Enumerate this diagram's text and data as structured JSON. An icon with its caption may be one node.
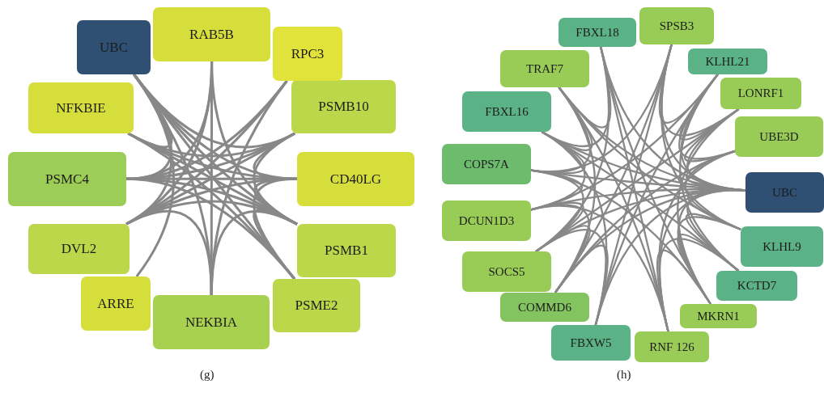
{
  "diagram": {
    "nodes": [
      {
        "text": [
          "RAB5B"
        ]
      },
      {
        "text": [
          "UBC"
        ]
      },
      {
        "text": [
          "RPC3"
        ]
      },
      {
        "text": [
          "NFKBIE"
        ]
      },
      {
        "text": [
          "PSMB10"
        ]
      },
      {
        "text": [
          "PSMC4"
        ]
      },
      {
        "text": [
          "CD40LG"
        ]
      },
      {
        "text": [
          "DVL2"
        ]
      },
      {
        "text": [
          "PSMB1"
        ]
      },
      {
        "text": [
          "ARRE"
        ]
      },
      {
        "text": [
          "PSME2"
        ]
      },
      {
        "text": [
          "NEKBIA"
        ]
      },
      {
        "text": [
          "SPSB3"
        ]
      },
      {
        "text": [
          "FBXL18"
        ]
      },
      {
        "text": [
          "KLHL21"
        ]
      },
      {
        "text": [
          "TRAF7"
        ]
      },
      {
        "text": [
          "LONRF1"
        ]
      },
      {
        "text": [
          "FBXL16"
        ]
      },
      {
        "text": [
          "UBE3D"
        ]
      },
      {
        "text": [
          "COPS7A"
        ]
      },
      {
        "text": [
          "UBC"
        ]
      },
      {
        "text": [
          "DCUN1D3"
        ]
      },
      {
        "text": [
          "KLHL9"
        ]
      },
      {
        "text": [
          "SOCS5"
        ]
      },
      {
        "text": [
          "KCTD7"
        ]
      },
      {
        "text": [
          "COMMD6"
        ]
      },
      {
        "text": [
          "MKRN1"
        ]
      },
      {
        "text": [
          "FBXW5"
        ]
      },
      {
        "text": [
          "RNF 126"
        ]
      }
    ],
    "edges": [
      {
        "from": 1,
        "to": 4,
        "arrow": "none"
      },
      {
        "from": 1,
        "to": 6,
        "arrow": "none"
      },
      {
        "from": 1,
        "to": 8,
        "arrow": "none"
      },
      {
        "from": 1,
        "to": 10,
        "arrow": "none"
      },
      {
        "from": 1,
        "to": 11,
        "arrow": "none"
      },
      {
        "from": 1,
        "to": 9,
        "arrow": "none"
      },
      {
        "from": 1,
        "to": 7,
        "arrow": "none"
      },
      {
        "from": 1,
        "to": 5,
        "arrow": "none"
      },
      {
        "from": 1,
        "to": 3,
        "arrow": "none"
      },
      {
        "from": 0,
        "to": 5,
        "arrow": "none"
      },
      {
        "from": 0,
        "to": 7,
        "arrow": "none"
      },
      {
        "from": 0,
        "to": 8,
        "arrow": "none"
      },
      {
        "from": 0,
        "to": 11,
        "arrow": "none"
      },
      {
        "from": 2,
        "to": 5,
        "arrow": "none"
      },
      {
        "from": 2,
        "to": 7,
        "arrow": "none"
      },
      {
        "from": 2,
        "to": 11,
        "arrow": "none"
      },
      {
        "from": 3,
        "to": 4,
        "arrow": "none"
      },
      {
        "from": 3,
        "to": 8,
        "arrow": "none"
      },
      {
        "from": 3,
        "to": 10,
        "arrow": "none"
      },
      {
        "from": 3,
        "to": 6,
        "arrow": "none"
      },
      {
        "from": 4,
        "to": 5,
        "arrow": "none"
      },
      {
        "from": 4,
        "to": 7,
        "arrow": "none"
      },
      {
        "from": 4,
        "to": 6,
        "arrow": "none"
      },
      {
        "from": 4,
        "to": 8,
        "arrow": "none"
      },
      {
        "from": 5,
        "to": 6,
        "arrow": "none"
      },
      {
        "from": 5,
        "to": 8,
        "arrow": "none"
      },
      {
        "from": 5,
        "to": 10,
        "arrow": "none"
      },
      {
        "from": 6,
        "to": 7,
        "arrow": "none"
      },
      {
        "from": 6,
        "to": 8,
        "arrow": "none"
      },
      {
        "from": 6,
        "to": 10,
        "arrow": "none"
      },
      {
        "from": 7,
        "to": 8,
        "arrow": "none"
      },
      {
        "from": 7,
        "to": 11,
        "arrow": "none"
      },
      {
        "from": 8,
        "to": 10,
        "arrow": "none"
      },
      {
        "from": 8,
        "to": 11,
        "arrow": "none"
      },
      {
        "from": 12,
        "to": 16,
        "arrow": "none"
      },
      {
        "from": 13,
        "to": 17,
        "arrow": "none"
      },
      {
        "from": 14,
        "to": 18,
        "arrow": "none"
      },
      {
        "from": 15,
        "to": 19,
        "arrow": "none"
      },
      {
        "from": 17,
        "to": 21,
        "arrow": "none"
      },
      {
        "from": 18,
        "to": 22,
        "arrow": "none"
      },
      {
        "from": 19,
        "to": 23,
        "arrow": "none"
      },
      {
        "from": 21,
        "to": 25,
        "arrow": "none"
      },
      {
        "from": 22,
        "to": 26,
        "arrow": "none"
      },
      {
        "from": 23,
        "to": 27,
        "arrow": "none"
      },
      {
        "from": 24,
        "to": 28,
        "arrow": "none"
      },
      {
        "from": 25,
        "to": 12,
        "arrow": "none"
      },
      {
        "from": 26,
        "to": 13,
        "arrow": "none"
      },
      {
        "from": 27,
        "to": 14,
        "arrow": "none"
      },
      {
        "from": 28,
        "to": 15,
        "arrow": "none"
      },
      {
        "from": 12,
        "to": 19,
        "arrow": "none"
      },
      {
        "from": 14,
        "to": 21,
        "arrow": "none"
      },
      {
        "from": 15,
        "to": 22,
        "arrow": "none"
      },
      {
        "from": 16,
        "to": 23,
        "arrow": "none"
      },
      {
        "from": 17,
        "to": 24,
        "arrow": "none"
      },
      {
        "from": 18,
        "to": 25,
        "arrow": "none"
      },
      {
        "from": 19,
        "to": 26,
        "arrow": "none"
      },
      {
        "from": 21,
        "to": 28,
        "arrow": "none"
      },
      {
        "from": 22,
        "to": 12,
        "arrow": "none"
      },
      {
        "from": 23,
        "to": 13,
        "arrow": "none"
      },
      {
        "from": 24,
        "to": 14,
        "arrow": "none"
      },
      {
        "from": 25,
        "to": 15,
        "arrow": "none"
      },
      {
        "from": 26,
        "to": 16,
        "arrow": "none"
      },
      {
        "from": 27,
        "to": 17,
        "arrow": "none"
      },
      {
        "from": 28,
        "to": 18,
        "arrow": "none"
      },
      {
        "from": 12,
        "to": 14,
        "arrow": "none"
      },
      {
        "from": 13,
        "to": 15,
        "arrow": "none"
      },
      {
        "from": 14,
        "to": 16,
        "arrow": "none"
      },
      {
        "from": 15,
        "to": 17,
        "arrow": "none"
      },
      {
        "from": 16,
        "to": 18,
        "arrow": "none"
      },
      {
        "from": 17,
        "to": 19,
        "arrow": "none"
      },
      {
        "from": 19,
        "to": 21,
        "arrow": "none"
      },
      {
        "from": 21,
        "to": 23,
        "arrow": "none"
      },
      {
        "from": 22,
        "to": 24,
        "arrow": "none"
      },
      {
        "from": 23,
        "to": 25,
        "arrow": "none"
      },
      {
        "from": 24,
        "to": 26,
        "arrow": "none"
      },
      {
        "from": 25,
        "to": 27,
        "arrow": "none"
      },
      {
        "from": 26,
        "to": 28,
        "arrow": "none"
      },
      {
        "from": 27,
        "to": 12,
        "arrow": "none"
      },
      {
        "from": 28,
        "to": 13,
        "arrow": "none"
      },
      {
        "from": 20,
        "to": 12,
        "arrow": "none"
      },
      {
        "from": 20,
        "to": 13,
        "arrow": "none"
      },
      {
        "from": 20,
        "to": 14,
        "arrow": "none"
      },
      {
        "from": 20,
        "to": 15,
        "arrow": "none"
      },
      {
        "from": 20,
        "to": 16,
        "arrow": "none"
      },
      {
        "from": 20,
        "to": 17,
        "arrow": "none"
      },
      {
        "from": 20,
        "to": 18,
        "arrow": "none"
      },
      {
        "from": 20,
        "to": 19,
        "arrow": "none"
      },
      {
        "from": 20,
        "to": 21,
        "arrow": "none"
      },
      {
        "from": 20,
        "to": 22,
        "arrow": "none"
      },
      {
        "from": 20,
        "to": 23,
        "arrow": "none"
      },
      {
        "from": 20,
        "to": 24,
        "arrow": "none"
      },
      {
        "from": 20,
        "to": 25,
        "arrow": "none"
      },
      {
        "from": 20,
        "to": 26,
        "arrow": "none"
      },
      {
        "from": 20,
        "to": 27,
        "arrow": "none"
      },
      {
        "from": 20,
        "to": 28,
        "arrow": "none"
      }
    ],
    "labels": [
      "(g)",
      "(h)"
    ]
  }
}
